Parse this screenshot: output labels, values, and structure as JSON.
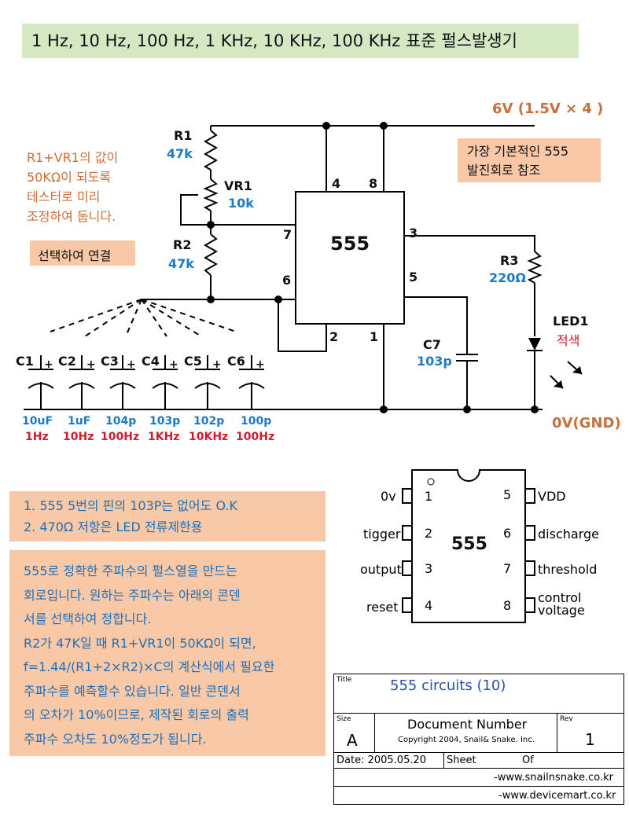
{
  "title": "1 Hz, 10 Hz, 100 Hz, 1 KHz, 10 KHz, 100 KHz 표준 펄스발생기",
  "supply_label": "6V (1.5V × 4 )",
  "gnd_label": "0V(GND)",
  "note_adjust": [
    "R1+VR1의 값이",
    "50KΩ이 되도록",
    "테스터로 미리",
    "조정하여 둡니다."
  ],
  "note_select": "선택하여 연결",
  "note_ref": [
    "가장 기본적인 555",
    "발진회로 참조"
  ],
  "components": {
    "r1": {
      "name": "R1",
      "value": "47k"
    },
    "vr1": {
      "name": "VR1",
      "value": "10k"
    },
    "r2": {
      "name": "R2",
      "value": "47k"
    },
    "r3": {
      "name": "R3",
      "value": "220Ω"
    },
    "c7": {
      "name": "C7",
      "value": "103p"
    },
    "led1": {
      "name": "LED1",
      "value": "적색"
    },
    "ic": "555"
  },
  "ic_pins": {
    "p4": "4",
    "p8": "8",
    "p7": "7",
    "p6": "6",
    "p3": "3",
    "p5": "5",
    "p2": "2",
    "p1": "1"
  },
  "capacitors": [
    {
      "name": "C1",
      "value": "10uF",
      "freq": "1Hz"
    },
    {
      "name": "C2",
      "value": "1uF",
      "freq": "10Hz"
    },
    {
      "name": "C3",
      "value": "104p",
      "freq": "100Hz"
    },
    {
      "name": "C4",
      "value": "103p",
      "freq": "1KHz"
    },
    {
      "name": "C5",
      "value": "102p",
      "freq": "10KHz"
    },
    {
      "name": "C6",
      "value": "100p",
      "freq": "100Hz"
    }
  ],
  "cap_plus": "+",
  "notes_small": [
    "1. 555 5번의 핀의 103P는 없어도 O.K",
    "2. 470Ω 저항은 LED 전류제한용"
  ],
  "description": [
    "555로 정확한 주파수의 펄스열을 만드는",
    "회로입니다. 원하는 주파수는 아래의 콘덴",
    "서를 선택하여 정합니다.",
    "R2가 47K일 때 R1+VR1이 50KΩ이 되면,",
    "f=1.44/(R1+2×R2)×C의 계산식에서 필요한",
    "주파수를 예측할수 있습니다. 일반 콘덴서",
    "의 오차가 10%이므로, 제작된 회로의 출력",
    "주파수 오차도 10%정도가 됩니다."
  ],
  "pinout": {
    "chip": "555",
    "left": [
      {
        "num": "1",
        "label": "0v"
      },
      {
        "num": "2",
        "label": "tigger"
      },
      {
        "num": "3",
        "label": "output"
      },
      {
        "num": "4",
        "label": "reset"
      }
    ],
    "right": [
      {
        "num": "5",
        "label": "VDD"
      },
      {
        "num": "6",
        "label": "discharge"
      },
      {
        "num": "7",
        "label": "threshold"
      },
      {
        "num": "8",
        "label": "control voltage"
      }
    ]
  },
  "title_block": {
    "title_caption": "Title",
    "title_value": "555 circuits (10)",
    "size_caption": "Size",
    "size_value": "A",
    "docnum_label": "Document Number",
    "copyright": "Copyright 2004, Snail& Snake. Inc.",
    "rev_caption": "Rev",
    "rev_value": "1",
    "date_label": "Date: 2005.05.20",
    "sheet_label": "Sheet",
    "of_label": "Of",
    "url1": "-www.snailnsnake.co.kr",
    "url2": "-www.devicemart.co.kr"
  }
}
